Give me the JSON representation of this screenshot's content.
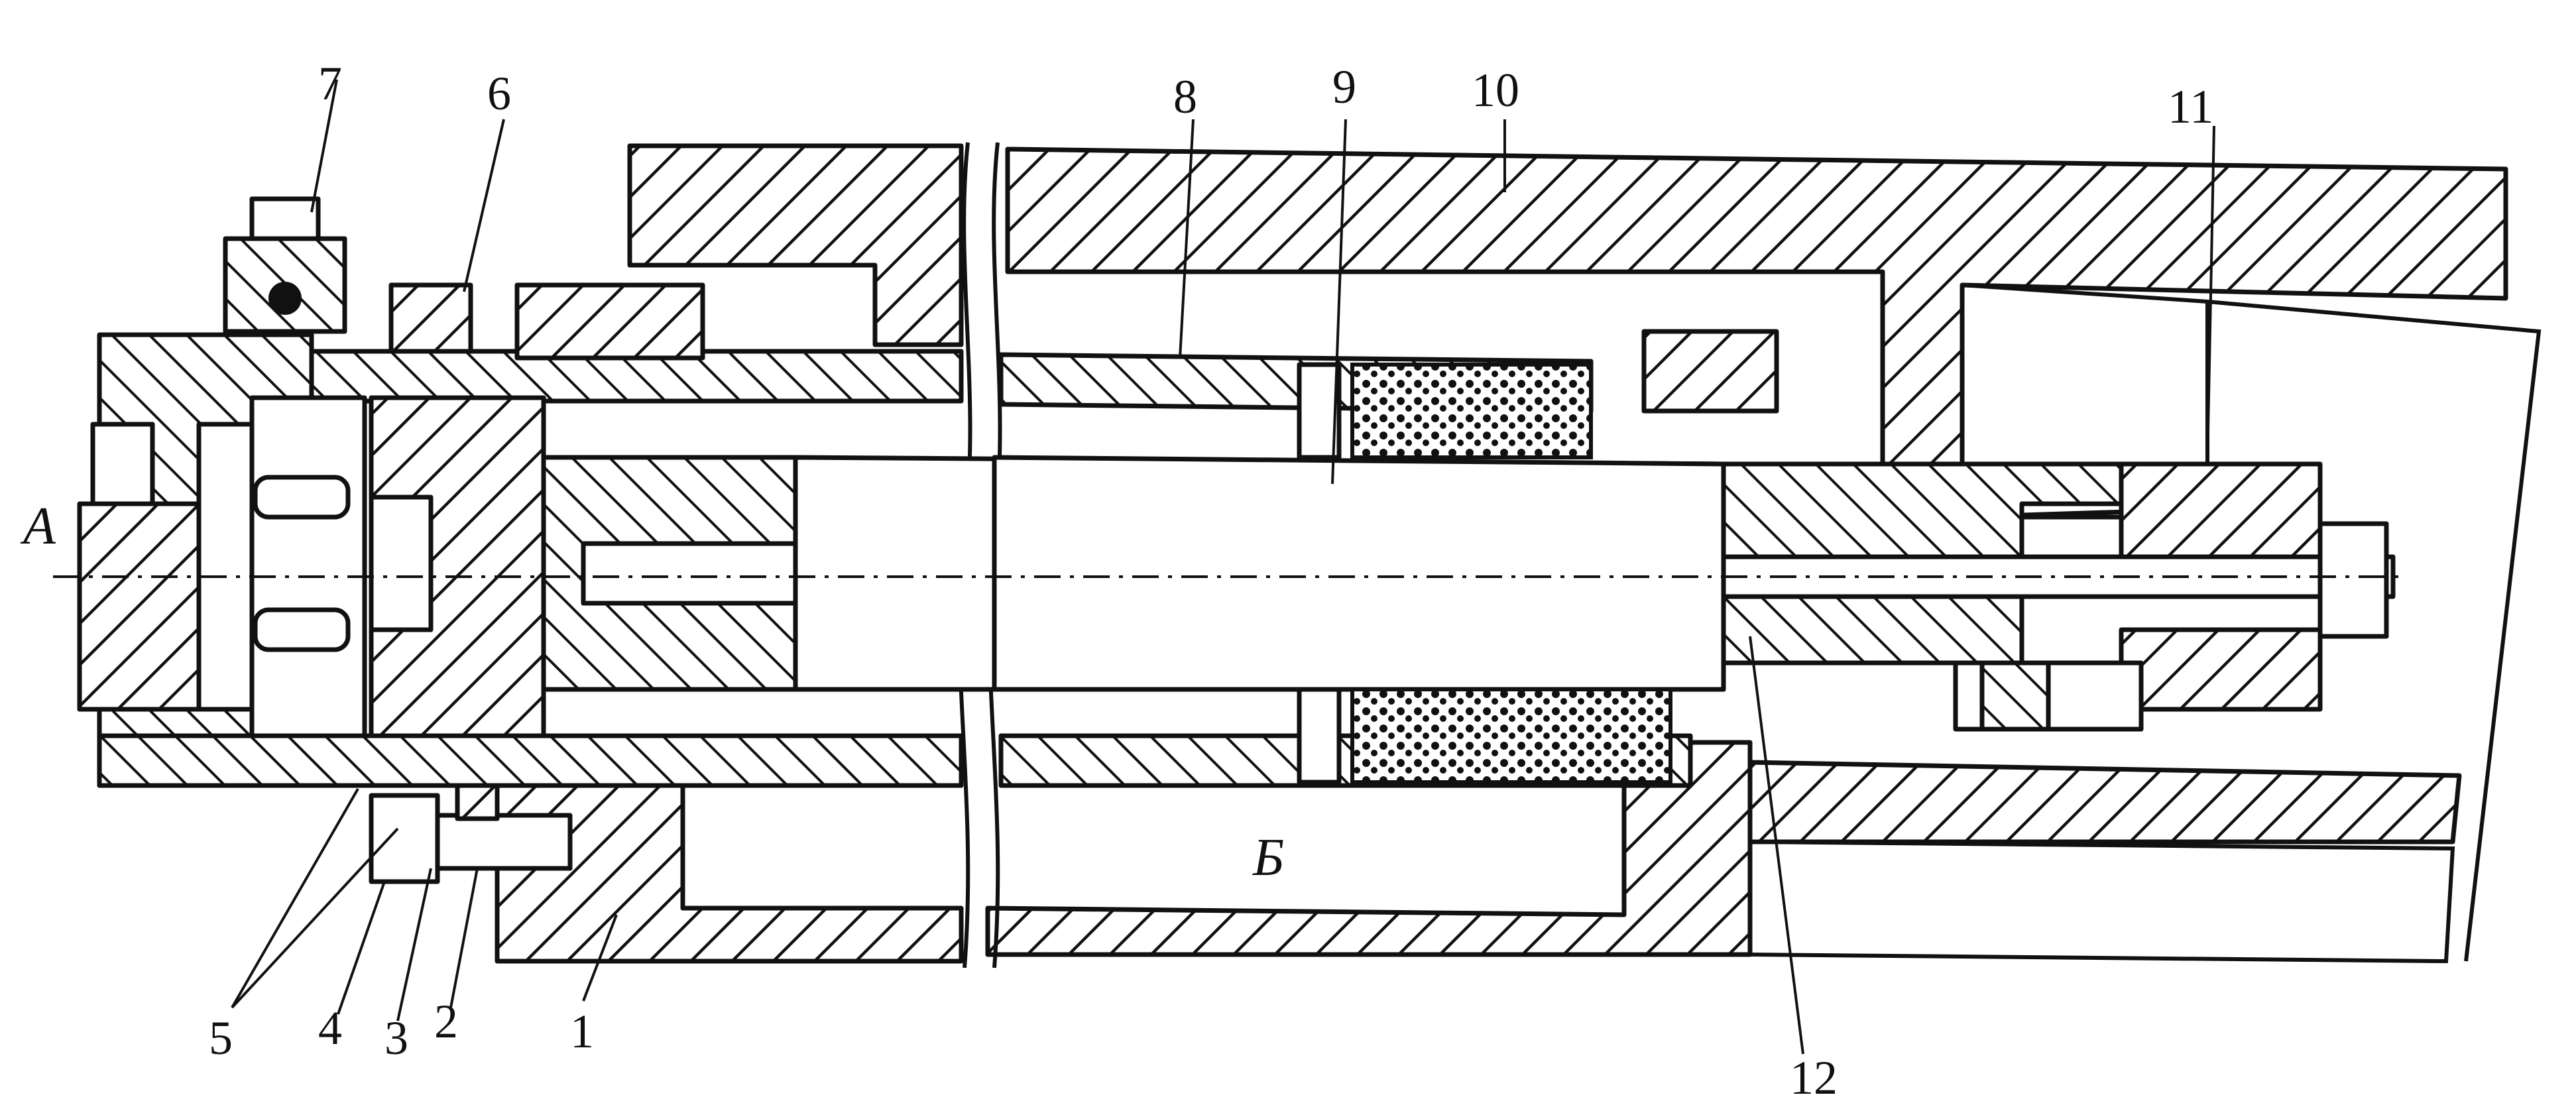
{
  "labels": {
    "n1": "1",
    "n2": "2",
    "n3": "3",
    "n4": "4",
    "n5": "5",
    "n6": "6",
    "n7": "7",
    "n8": "8",
    "n9": "9",
    "n10": "10",
    "n11": "11",
    "n12": "12",
    "a": "А",
    "b": "Б"
  }
}
